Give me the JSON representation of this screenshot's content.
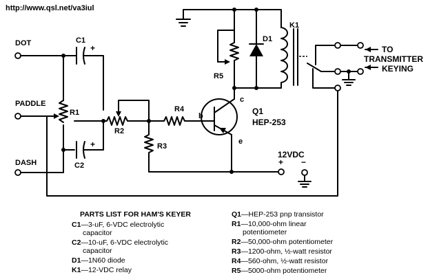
{
  "watermark": "http://www.qsl.net/va3iul",
  "labels": {
    "dot": "DOT",
    "paddle": "PADDLE",
    "dash": "DASH",
    "c1": "C1",
    "c2": "C2",
    "r1": "R1",
    "r2": "R2",
    "r3": "R3",
    "r4": "R4",
    "r5": "R5",
    "d1": "D1",
    "k1": "K1",
    "q1": "Q1",
    "q1_part": "HEP-253",
    "base": "b",
    "collector": "c",
    "emitter": "e",
    "plus": "+",
    "minus": "−",
    "supply": "12VDC",
    "to": "TO",
    "transmitter": "TRANSMITTER",
    "keying": "KEYING"
  },
  "parts_list": {
    "title": "PARTS LIST FOR HAM'S KEYER",
    "left": [
      {
        "ref": "C1",
        "text": "—3-uF, 6-VDC electrolytic",
        "cont": "capacitor"
      },
      {
        "ref": "C2",
        "text": "—10-uF, 6-VDC electrolytic",
        "cont": "capacitor"
      },
      {
        "ref": "D1",
        "text": "—1N60 diode",
        "cont": ""
      },
      {
        "ref": "K1",
        "text": "—12-VDC relay",
        "cont": ""
      }
    ],
    "right": [
      {
        "ref": "Q1",
        "text": "—HEP-253 pnp transistor"
      },
      {
        "ref": "R1",
        "text": "—10,000-ohm linear"
      },
      {
        "ref": "",
        "text": "potentiometer"
      },
      {
        "ref": "R2",
        "text": "—50,000-ohm potentiometer"
      },
      {
        "ref": "R3",
        "text": "—1200-ohm, ½-watt resistor"
      },
      {
        "ref": "R4",
        "text": "—560-ohm, ½-watt resistor"
      },
      {
        "ref": "R5",
        "text": "—5000-ohm potentiometer"
      }
    ]
  }
}
